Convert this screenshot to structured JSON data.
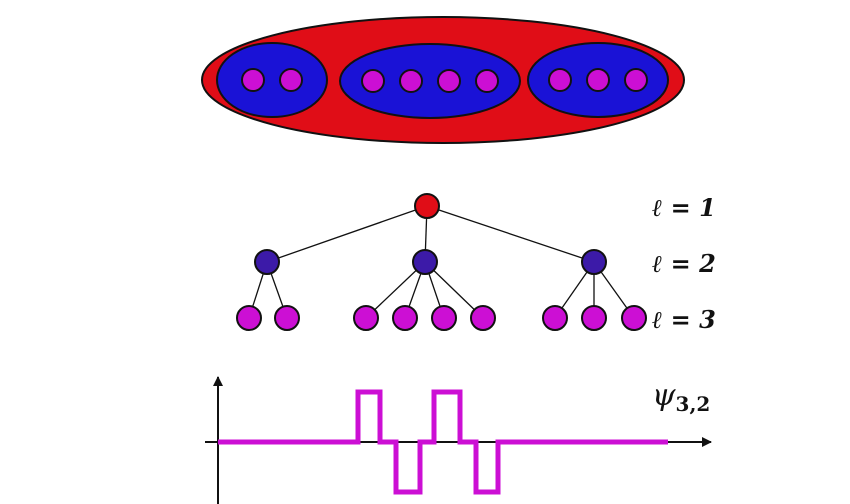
{
  "colors": {
    "outer_fill": "#e00d17",
    "cluster_fill": "#1a12d6",
    "leaf_fill": "#cc0fd4",
    "level2_fill": "#3c1aa8",
    "root_fill": "#e00d17",
    "wave_color": "#cc0fd4",
    "line_color": "#111111"
  },
  "clusters": [
    {
      "name": "cluster-1",
      "leaves": 2
    },
    {
      "name": "cluster-2",
      "leaves": 4
    },
    {
      "name": "cluster-3",
      "leaves": 3
    }
  ],
  "tree": {
    "level_labels": [
      "ℓ = 1",
      "ℓ = 2",
      "ℓ = 3"
    ],
    "children_per_level2": [
      2,
      4,
      3
    ]
  },
  "wavelet": {
    "symbol": "ψ",
    "subscript": "3,2",
    "levels": [
      0,
      1,
      -1,
      1,
      -1,
      0
    ]
  }
}
